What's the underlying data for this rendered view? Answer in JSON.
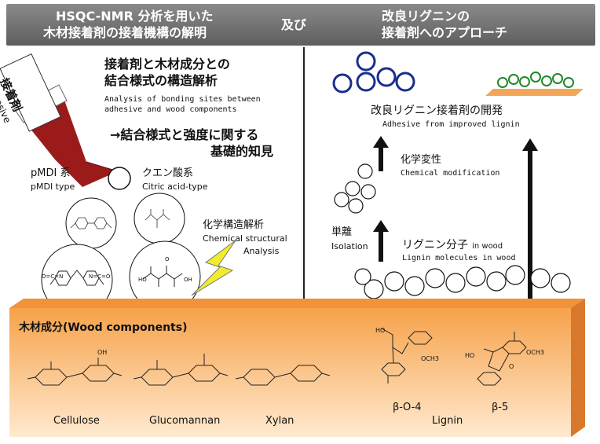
{
  "header": {
    "left_line1": "HSQC-NMR 分析を用いた",
    "left_line2": "木材接着剤の接着機構の解明",
    "middle": "及び",
    "right_line1": "改良リグニンの",
    "right_line2": "接着剤へのアプローチ"
  },
  "left_panel": {
    "adhesive_tag_jp": "接着剤",
    "adhesive_tag_en": "Adhesive",
    "title_jp_1": "接着剤と木材成分との",
    "title_jp_2": "結合様式の構造解析",
    "title_en_1": "Analysis of bonding sites between",
    "title_en_2": "adhesive and wood components",
    "result_jp_1": "→結合様式と強度に関する",
    "result_jp_2": "基礎的知見",
    "pmdi_jp": "pMDI 系",
    "pmdi_en": "pMDI type",
    "citric_jp": "クエン酸系",
    "citric_en": "Citric acid-type",
    "chem_jp": "化学構造解析",
    "chem_en_1": "Chemical structural",
    "chem_en_2": "Analysis",
    "mol_label_nco_left": "O=C=N",
    "mol_label_nco_right": "N=C=O",
    "mol_label_oh": "OH",
    "mol_label_ho": "HO",
    "mol_label_o": "O"
  },
  "right_panel": {
    "improved_jp": "改良リグニン接着剤の開発",
    "improved_en": "Adhesive from improved lignin",
    "chemmod_jp": "化学変性",
    "chemmod_en": "Chemical modification",
    "isolation_jp": "単離",
    "isolation_en": "Isolation",
    "lignin_jp": "リグニン分子",
    "lignin_jp_suffix": "in wood",
    "lignin_en": "Lignin molecules in wood"
  },
  "wood": {
    "title": "木材成分(Wood components)",
    "cellulose": "Cellulose",
    "glucomannan": "Glucomannan",
    "xylan": "Xylan",
    "lignin": "Lignin",
    "b_o_4": "β-O-4",
    "b_5": "β-5",
    "ho": "HO",
    "och3": "OCH3",
    "och3_b": "OCH3",
    "ho_b": "HO",
    "o": "O",
    "oh": "OH"
  },
  "colors": {
    "header_bg": "#6f6f6f",
    "adhesive_red": "#9b1b1b",
    "lightning": "#f2ec2e",
    "wood_orange": "#f6a24a",
    "wood_orange_dark": "#e58a2a",
    "lignin_blue": "#1a2f8a",
    "lignin_green": "#1f8a2a",
    "board_orange": "#f3a65a"
  }
}
